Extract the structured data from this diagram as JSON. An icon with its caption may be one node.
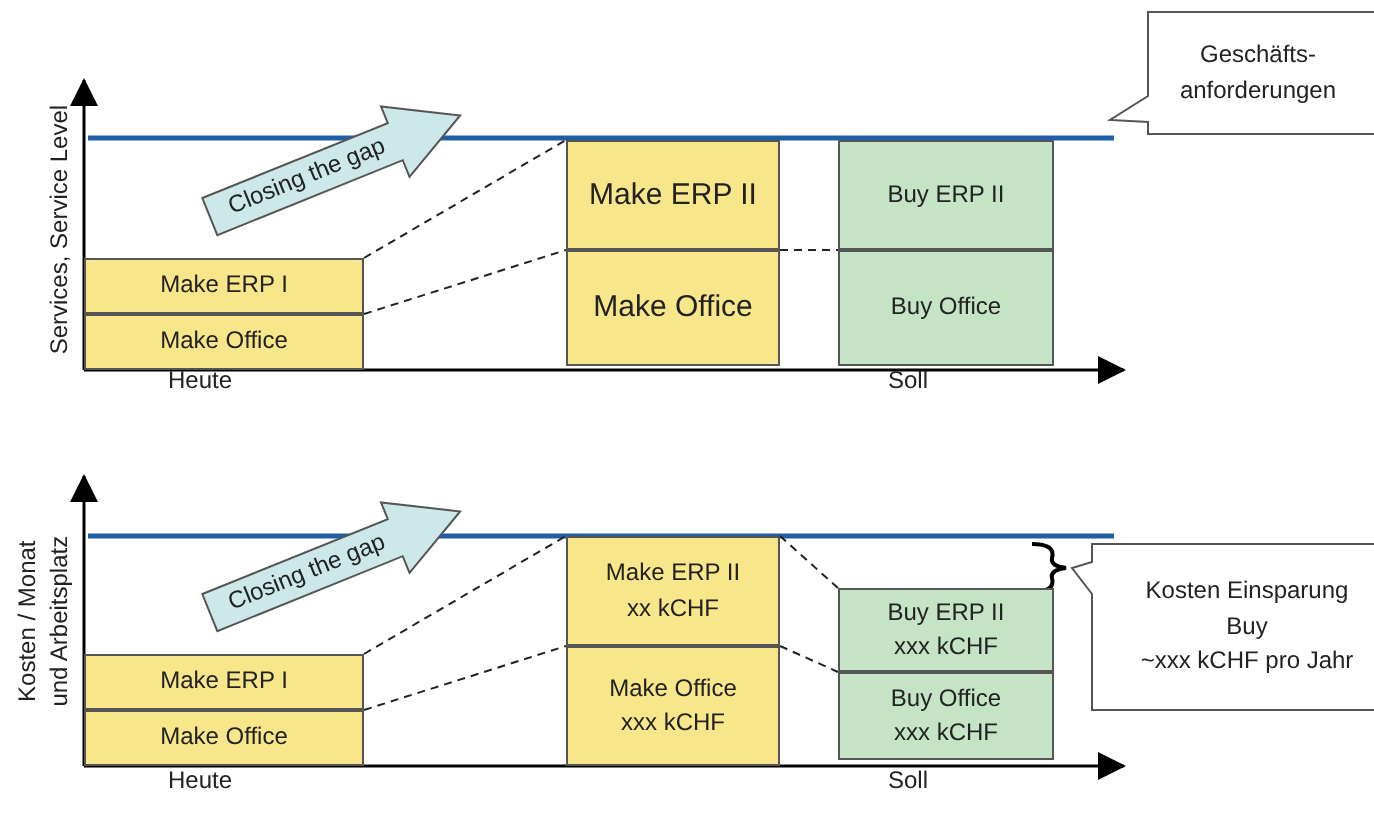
{
  "diagram": {
    "nodes": [
      {
        "text": [
          "Make ERP I"
        ]
      },
      {
        "text": [
          "Make Office"
        ]
      },
      {
        "text": [
          "Make ERP II"
        ]
      },
      {
        "text": [
          "Make Office"
        ]
      },
      {
        "text": [
          "Buy ERP II"
        ]
      },
      {
        "text": [
          "Buy Office"
        ]
      },
      {
        "text": [
          "Closing the gap"
        ]
      },
      {
        "text": [
          "Geschäfts- anforderungen"
        ]
      },
      {
        "text": [
          "Make ERP I"
        ]
      },
      {
        "text": [
          "Make Office"
        ]
      },
      {
        "text": [
          "Make ERP II",
          "xx kCHF"
        ]
      },
      {
        "text": [
          "Make Office",
          "xxx kCHF"
        ]
      },
      {
        "text": [
          "Buy ERP II",
          "xxx kCHF"
        ]
      },
      {
        "text": [
          "Buy Office",
          "xxx kCHF"
        ]
      },
      {
        "text": [
          "Closing the gap"
        ]
      },
      {
        "text": [
          "Kosten Einsparung",
          "Buy",
          "~xxx kCHF pro Jahr"
        ]
      }
    ],
    "edges": [
      {
        "from": 0,
        "to": 2,
        "arrow": "none",
        "style": "dashed"
      },
      {
        "from": 1,
        "to": 3,
        "arrow": "none",
        "style": "dashed"
      },
      {
        "from": 3,
        "to": 5,
        "arrow": "none",
        "style": "dashed"
      },
      {
        "from": 8,
        "to": 10,
        "arrow": "none",
        "style": "dashed"
      },
      {
        "from": 9,
        "to": 11,
        "arrow": "none",
        "style": "dashed"
      },
      {
        "from": 10,
        "to": 12,
        "arrow": "none",
        "style": "dashed"
      },
      {
        "from": 11,
        "to": 13,
        "arrow": "none",
        "style": "dashed"
      }
    ],
    "labels": [
      "Services, Service Level",
      "Heute",
      "Soll",
      "Kosten / Monat und Arbeitsplatz",
      "Heute",
      "Soll"
    ]
  }
}
